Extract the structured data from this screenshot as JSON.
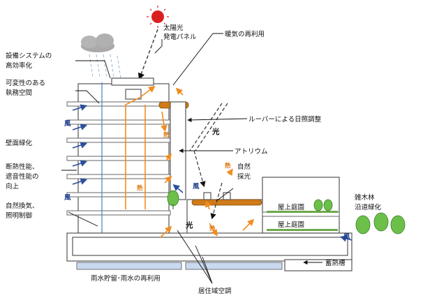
{
  "labels": {
    "solar_panel": [
      "太陽光",
      "発電パネル"
    ],
    "equipment": [
      "設備システムの",
      "高効率化"
    ],
    "exhaust_heat": "暖気の再利用",
    "variable_office": [
      "可変性のある",
      "執務空間"
    ],
    "louver": "ルーバーによる日照調整",
    "light": "光",
    "wall_greening": "壁面緑化",
    "atrium": "アトリウム",
    "natural_light": [
      "自然",
      "採光"
    ],
    "insulation": [
      "断熱性能、",
      "遮音性能の",
      "向上"
    ],
    "forest": [
      "雑木林",
      "沿道緑化"
    ],
    "roof_garden_1": "屋上庭園",
    "roof_garden_2": "屋上庭園",
    "natural_vent": [
      "自然換気、",
      "照明制御"
    ],
    "thermal_storage": "蓄熱槽",
    "rainwater": "雨水貯留･雨水の再利用",
    "hvac": "居住域空調",
    "wind": "風",
    "heat": "熱"
  },
  "colors": {
    "sun": "#d92020",
    "heat_arrow": "#f08c1e",
    "wind_arrow": "#2a4f9c",
    "louver_bar": "#d07a18",
    "rain_tank": "#c9d9ef",
    "green_roof": "#6fa84a",
    "tree": "#6cc04a",
    "cloud": "#a9a9a9"
  }
}
